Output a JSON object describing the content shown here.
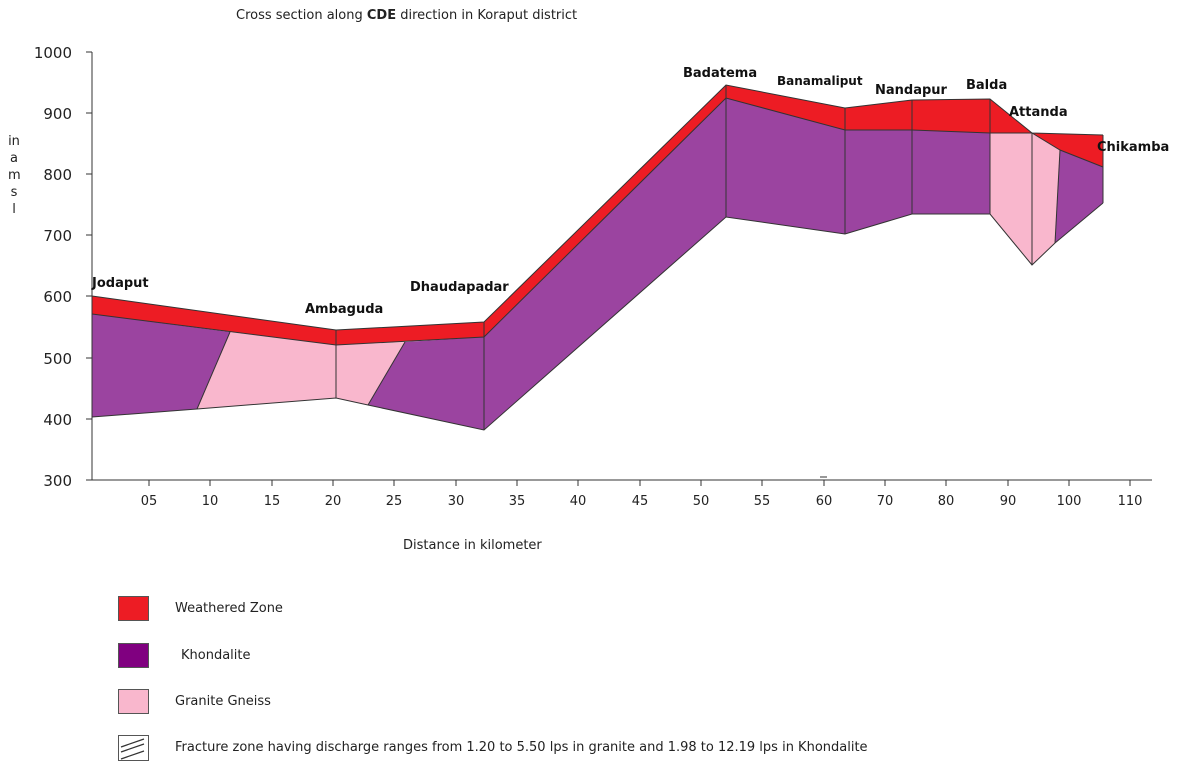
{
  "title_prefix": "Cross section along ",
  "title_bold": "CDE",
  "title_suffix": " direction in Koraput district",
  "y_axis_label_letters": [
    "in",
    "a",
    "m",
    "s",
    "l"
  ],
  "x_axis_label": "Distance in kilometer",
  "y_ticks": [
    "1000",
    "900",
    "800",
    "700",
    "600",
    "500",
    "400",
    "300"
  ],
  "x_ticks": [
    "05",
    "10",
    "15",
    "20",
    "25",
    "30",
    "35",
    "40",
    "45",
    "50",
    "55",
    "60",
    "70",
    "80",
    "90",
    "100",
    "110"
  ],
  "place_labels": [
    "Jodaput",
    "Ambaguda",
    "Dhaudapadar",
    "Badatema",
    "Banamaliput",
    "Nandapur",
    "Balda",
    "Attanda",
    "Chikamba"
  ],
  "legend": {
    "weathered": "Weathered Zone",
    "khondalite": "Khondalite",
    "granite": "Granite Gneiss",
    "fracture": "Fracture zone having discharge ranges from 1.20 to 5.50 lps in granite and 1.98 to 12.19 lps in Khondalite"
  },
  "colors": {
    "weathered": "#ed1c24",
    "khondalite": "#9b44a0",
    "khondalite_legend": "#800080",
    "granite": "#f9b7cd"
  }
}
